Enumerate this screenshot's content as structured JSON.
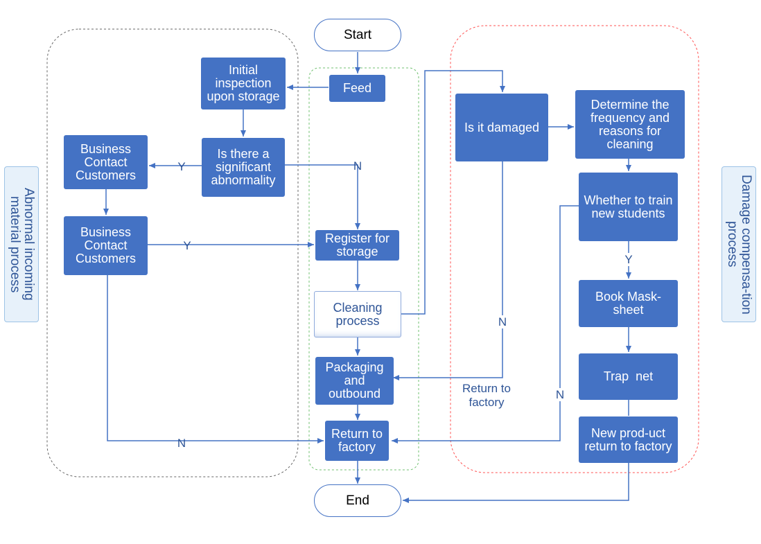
{
  "terminals": {
    "start": "Start",
    "end": "End"
  },
  "nodes": {
    "feed": "Feed",
    "initial_inspection": "Initial inspection upon storage",
    "significant_abnormality": "Is there a significant abnormality",
    "business_contact_1": "Business Contact Customers",
    "business_contact_2": "Business Contact Customers",
    "register_storage": "Register for storage",
    "cleaning_process": "Cleaning process",
    "packaging_outbound": "Packaging and outbound",
    "return_to_factory": "Return to factory",
    "is_damaged": "Is it damaged",
    "determine_frequency": "Determine the frequency and reasons for cleaning",
    "train_new_students": "Whether to train new students",
    "book_mask_sheet": "Book Mask-sheet",
    "trap_net": "Trap  net",
    "new_product_return": "New prod-uct return to factory"
  },
  "edge_labels": {
    "y_business_1": "Y",
    "n_register": "N",
    "y_register": "Y",
    "n_return_left": "N",
    "n_damaged": "N",
    "return_to_factory_note": "Return to factory",
    "y_book": "Y",
    "n_train": "N"
  },
  "sections": {
    "abnormal_incoming": "Abnormal incoming material process",
    "damage_compensation": "Damage compensa-tion process"
  },
  "colors": {
    "node_fill": "#4472c4",
    "connector": "#4472c4",
    "left_group_border": "#666666",
    "center_group_border": "#70c070",
    "right_group_border": "#ff5050"
  }
}
